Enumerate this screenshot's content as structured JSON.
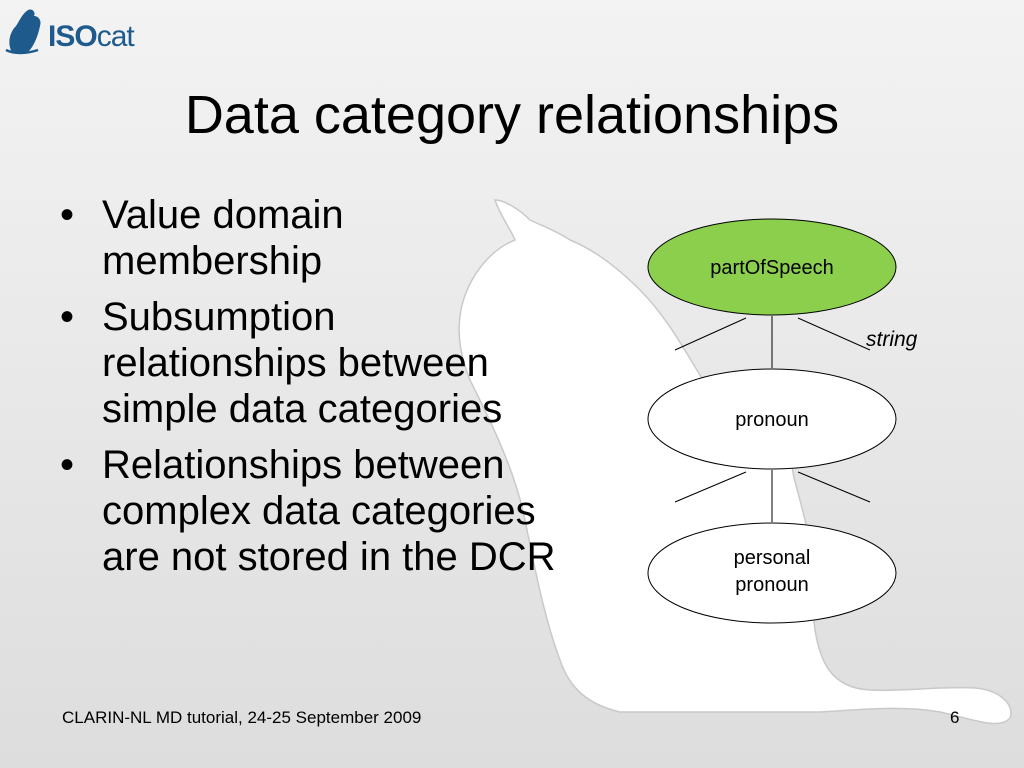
{
  "logo": {
    "text_iso": "ISO",
    "text_cat": "cat"
  },
  "title": "Data category relationships",
  "bullets": [
    "Value domain membership",
    "Subsumption relationships between simple data categories",
    "Relationships between complex data categories are not stored in the DCR"
  ],
  "diagram": {
    "nodes": [
      {
        "label": "partOfSpeech",
        "fill": "#8ccf4d"
      },
      {
        "label": "pronoun",
        "fill": "#ffffff"
      },
      {
        "label_line1": "personal",
        "label_line2": "pronoun",
        "fill": "#ffffff"
      }
    ],
    "edge_label": "string"
  },
  "footer": "CLARIN-NL MD tutorial, 24-25 September 2009",
  "page_number": "6",
  "colors": {
    "logo": "#1e5b8c",
    "highlight_node": "#8ccf4d",
    "cat_fill": "#ffffff"
  }
}
